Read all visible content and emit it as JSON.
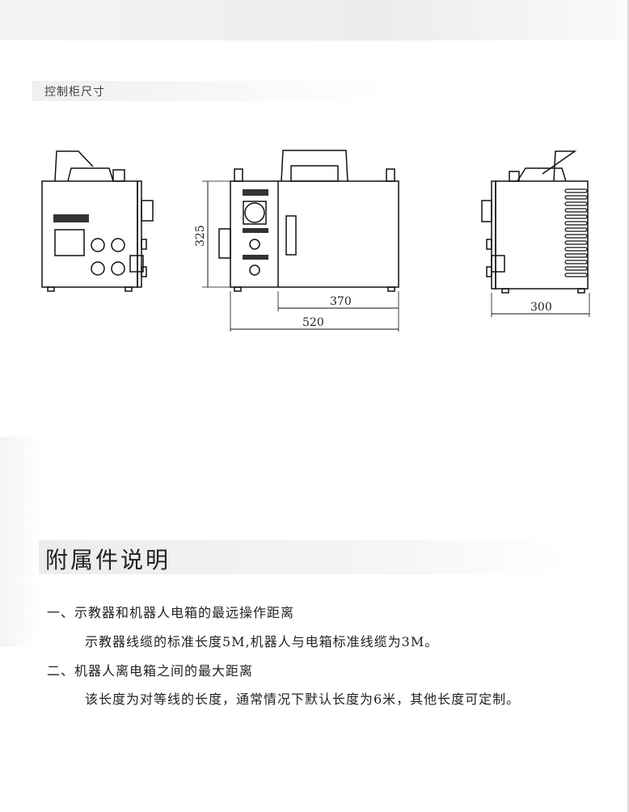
{
  "section_label": "控制柜尺寸",
  "dimensions": {
    "height": "325",
    "door_width": "370",
    "total_width": "520",
    "depth": "300"
  },
  "heading": "附属件说明",
  "items": [
    {
      "title": "一、示教器和机器人电箱的最远操作距离",
      "body": "示教器线缆的标准长度5M,机器人与电箱标准线缆为3M。"
    },
    {
      "title": "二、机器人离电箱之间的最大距离",
      "body": "该长度为对等线的长度，通常情况下默认长度为6米，其他长度可定制。"
    }
  ]
}
